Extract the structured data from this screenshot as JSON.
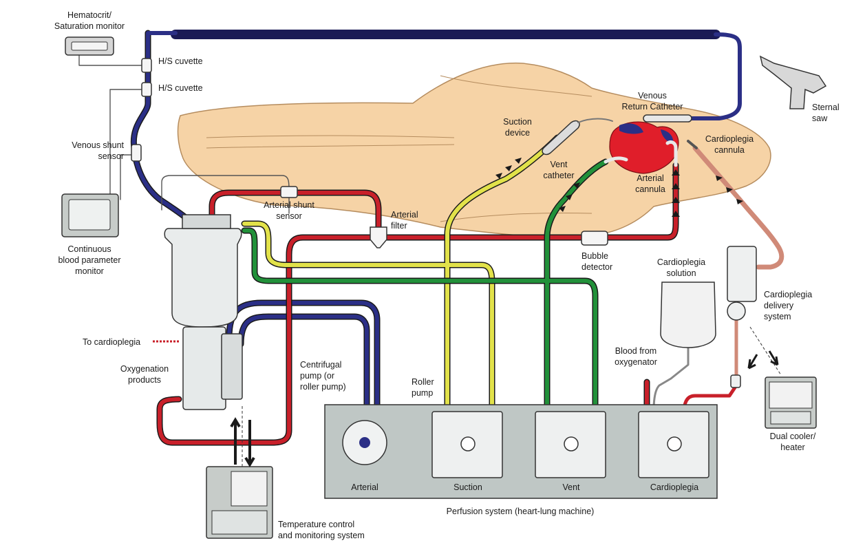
{
  "labels": {
    "hematocrit_monitor": [
      "Hematocrit/",
      "Saturation monitor"
    ],
    "hs_cuvette_1": "H/S cuvette",
    "hs_cuvette_2": "H/S cuvette",
    "venous_shunt_sensor": [
      "Venous shunt",
      "sensor"
    ],
    "continuous_monitor": [
      "Continuous",
      "blood parameter",
      "monitor"
    ],
    "arterial_shunt_sensor": [
      "Arterial shunt",
      "sensor"
    ],
    "arterial_filter": [
      "Arterial",
      "filter"
    ],
    "to_cardioplegia": "To cardioplegia",
    "oxygenation_products": [
      "Oxygenation",
      "products"
    ],
    "centrifugal_pump": [
      "Centrifugal",
      "pump (or",
      "roller pump)"
    ],
    "roller_pump": [
      "Roller",
      "pump"
    ],
    "suction_device": [
      "Suction",
      "device"
    ],
    "vent_catheter": [
      "Vent",
      "catheter"
    ],
    "venous_return_catheter": [
      "Venous",
      "Return Catheter"
    ],
    "arterial_cannula": [
      "Arterial",
      "cannula"
    ],
    "cardioplegia_cannula": [
      "Cardioplegia",
      "cannula"
    ],
    "sternal_saw": [
      "Sternal",
      "saw"
    ],
    "bubble_detector": [
      "Bubble",
      "detector"
    ],
    "cardioplegia_solution": [
      "Cardioplegia",
      "solution"
    ],
    "cardioplegia_delivery": [
      "Cardioplegia",
      "delivery",
      "system"
    ],
    "blood_from_oxygenator": [
      "Blood from",
      "oxygenator"
    ],
    "dual_cooler": [
      "Dual cooler/",
      "heater"
    ],
    "temperature_control": [
      "Temperature control",
      "and monitoring system"
    ],
    "perfusion_system": "Perfusion system (heart-lung machine)",
    "pump_arterial": "Arterial",
    "pump_suction": "Suction",
    "pump_vent": "Vent",
    "pump_cardioplegia": "Cardioplegia"
  },
  "colors": {
    "venous_line": "#2b2f86",
    "arterial_line": "#c8202a",
    "suction_line": "#e2e24a",
    "vent_line": "#22913a",
    "cardioplegia_line": "#d08a78",
    "skin": "#f6d3a6",
    "console": "#bfc7c5",
    "heart": "#e01e2a"
  }
}
